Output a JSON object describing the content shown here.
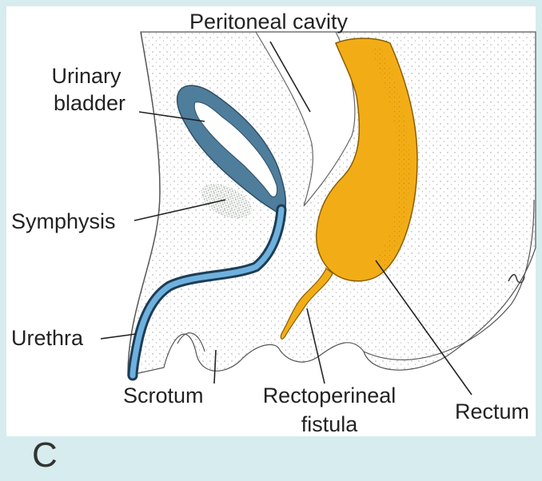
{
  "panel_letter": "C",
  "labels": {
    "peritoneal_cavity": "Peritoneal cavity",
    "urinary_bladder_line1": "Urinary",
    "urinary_bladder_line2": "bladder",
    "symphysis": "Symphysis",
    "urethra": "Urethra",
    "scrotum": "Scrotum",
    "rectoperineal_line1": "Rectoperineal",
    "rectoperineal_line2": "fistula",
    "rectum": "Rectum"
  },
  "colors": {
    "background": "#d7ecef",
    "panel": "#ffffff",
    "bladder": "#4f7d9c",
    "urethra": "#5b9fd0",
    "rectum": "#f2ad16",
    "symphysis": "#b9c2b9",
    "leader": "#222222"
  }
}
